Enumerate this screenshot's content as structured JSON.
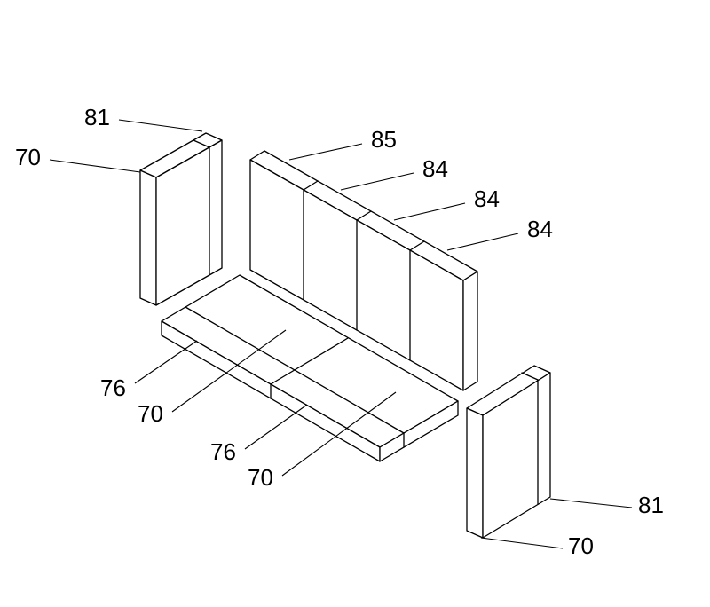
{
  "figure": {
    "labels": {
      "left_side_brick_top": "81",
      "left_side_brick_face": "70",
      "back_brick_1": "85",
      "back_brick_2": "84",
      "back_brick_3": "84",
      "back_brick_4": "84",
      "floor_front_left_edge": "76",
      "floor_front_left_face": "70",
      "floor_front_right_edge": "76",
      "floor_front_right_face": "70",
      "right_side_brick_top": "81",
      "right_side_brick_face": "70"
    }
  }
}
